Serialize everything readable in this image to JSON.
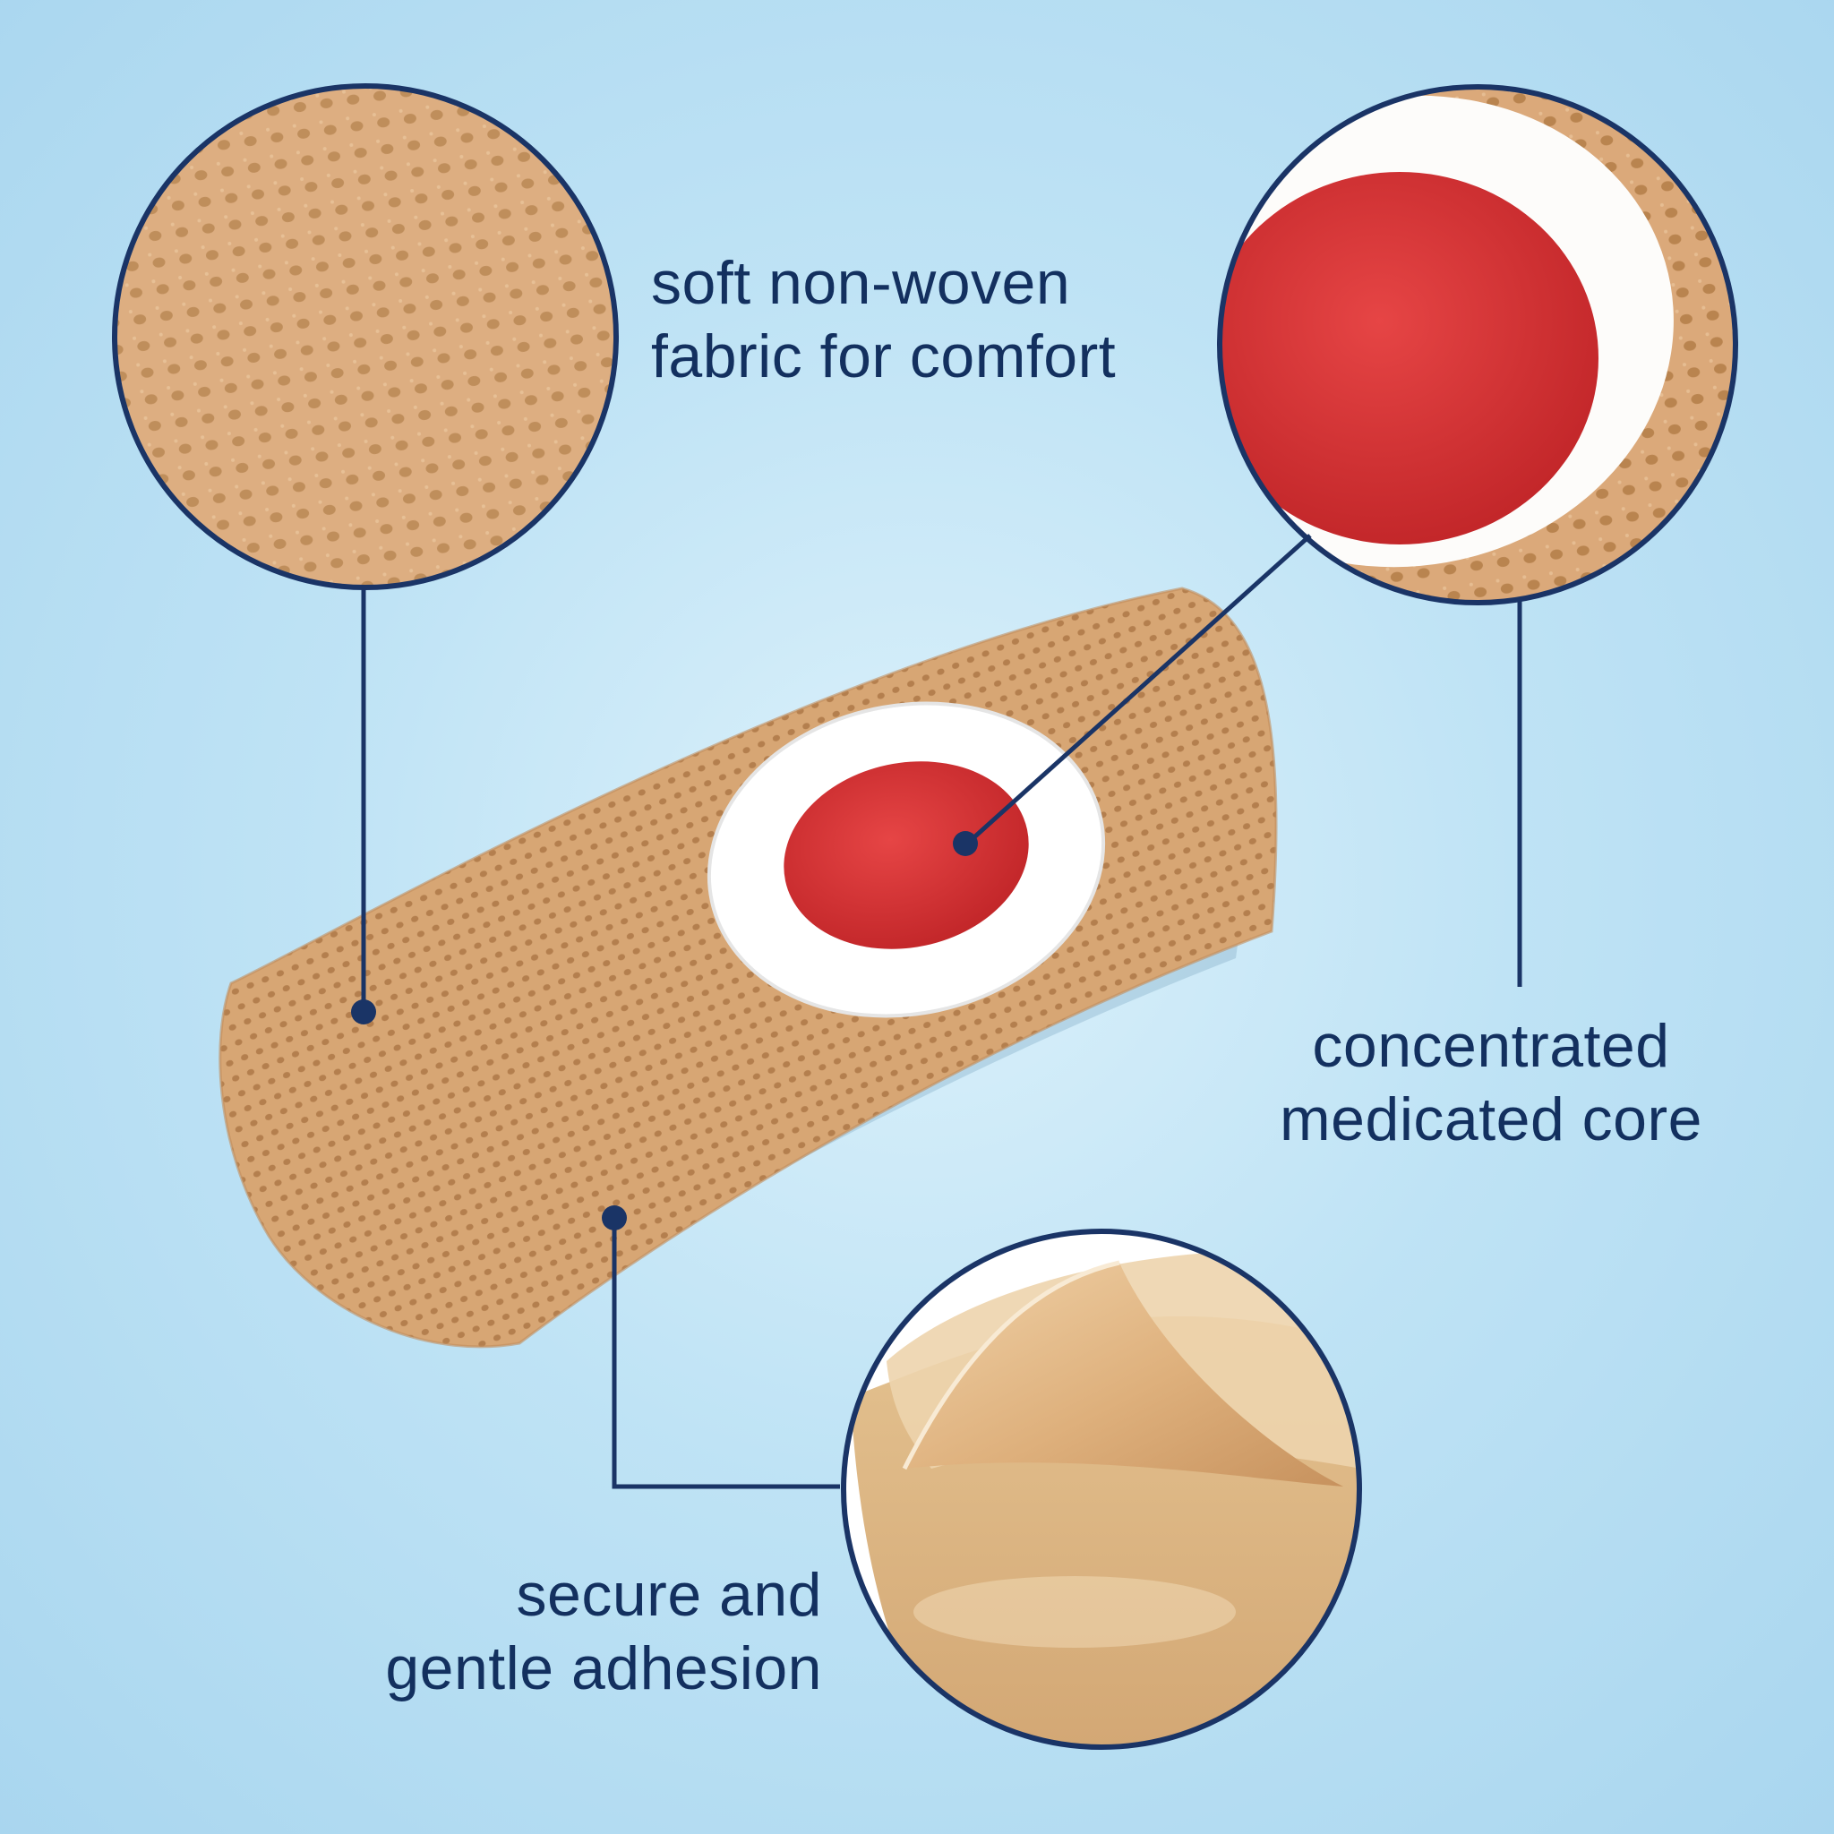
{
  "callouts": {
    "fabric": {
      "line1": "soft non-woven",
      "line2": "fabric for comfort"
    },
    "core": {
      "line1": "concentrated",
      "line2": "medicated core"
    },
    "adhesion": {
      "line1": "secure and",
      "line2": "gentle adhesion"
    }
  },
  "colors": {
    "background": "#bfe3f5",
    "text": "#13305f",
    "callout_line": "#1a3466",
    "bandage": "#d8a878",
    "medicated_core": "#cc2c2e",
    "cushion": "#ffffff"
  },
  "icons": {
    "fabric_zoom": "fabric-texture-magnified-circle",
    "core_zoom": "medicated-core-magnified-circle",
    "adhesive_zoom": "peeling-adhesive-magnified-circle"
  }
}
